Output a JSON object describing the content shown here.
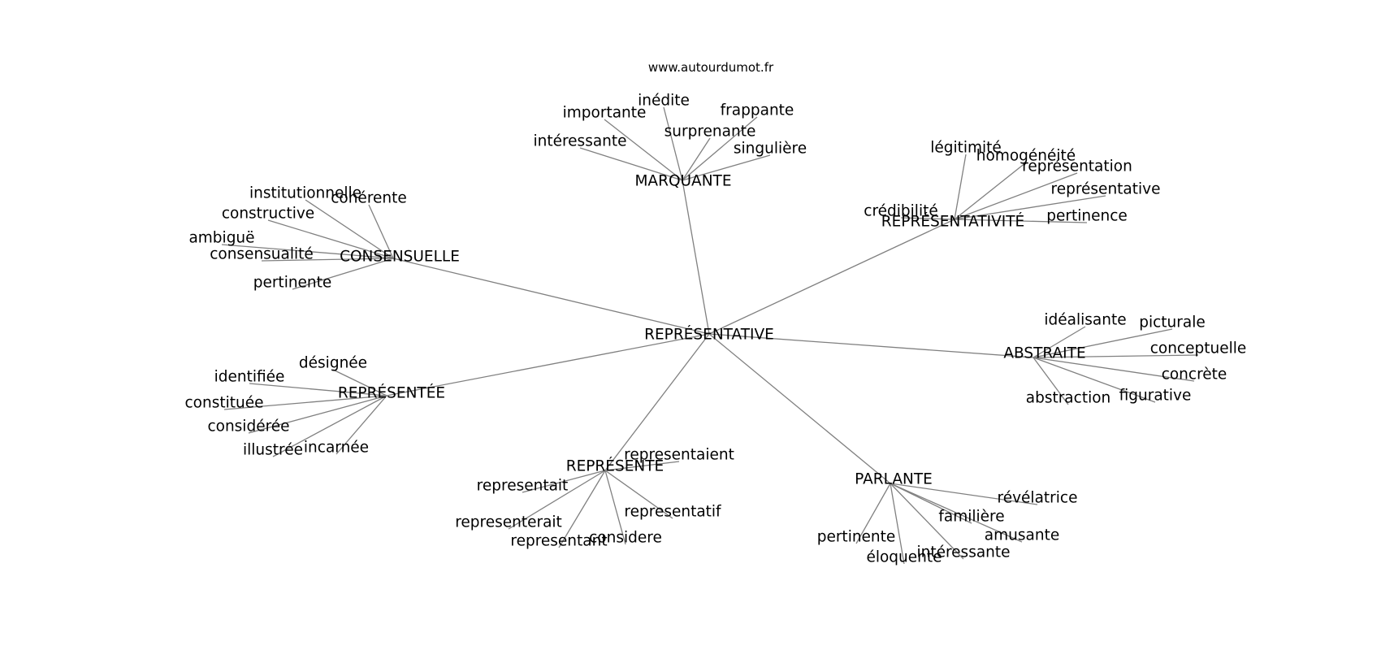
{
  "watermark": "www.autourdumot.fr",
  "graph": {
    "center": "REPRÉSENTATIVE",
    "hubs": [
      {
        "id": "MARQUANTE",
        "label": "MARQUANTE",
        "leaves": [
          "inédite",
          "importante",
          "frappante",
          "surprenante",
          "intéressante",
          "singulière"
        ]
      },
      {
        "id": "REPRESENTATIVITE",
        "label": "REPRÉSENTATIVITÉ",
        "leaves": [
          "légitimité",
          "homogénéité",
          "représentation",
          "représentative",
          "crédibilité",
          "pertinence"
        ]
      },
      {
        "id": "CONSENSUELLE",
        "label": "CONSENSUELLE",
        "leaves": [
          "institutionnelle",
          "cohérente",
          "constructive",
          "ambiguë",
          "consensualité",
          "pertinente"
        ]
      },
      {
        "id": "ABSTRAITE",
        "label": "ABSTRAITE",
        "leaves": [
          "idéalisante",
          "picturale",
          "conceptuelle",
          "concrète",
          "abstraction",
          "figurative"
        ]
      },
      {
        "id": "REPRESENTEE",
        "label": "REPRÉSENTÉE",
        "leaves": [
          "désignée",
          "identifiée",
          "constituée",
          "considérée",
          "illustrée",
          "incarnée"
        ]
      },
      {
        "id": "REPRESENTE",
        "label": "REPRÉSENTE",
        "leaves": [
          "representaient",
          "representait",
          "representerait",
          "representant",
          "considere",
          "representatif"
        ]
      },
      {
        "id": "PARLANTE",
        "label": "PARLANTE",
        "leaves": [
          "révélatrice",
          "familière",
          "amusante",
          "pertinente",
          "intéressante",
          "éloquente"
        ]
      }
    ]
  }
}
